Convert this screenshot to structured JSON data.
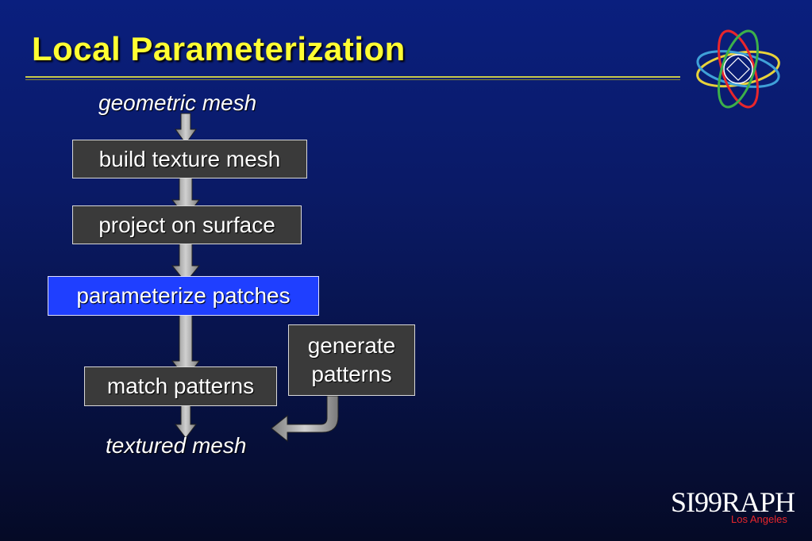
{
  "slide": {
    "title": "Local Parameterization"
  },
  "flow": {
    "input": "geometric mesh",
    "steps": [
      "build texture mesh",
      "project on surface",
      "parameterize patches",
      "match patterns"
    ],
    "side_step": [
      "generate",
      "patterns"
    ],
    "output": "textured mesh"
  },
  "logo": {
    "brand": "SI99RAPH",
    "location": "Los Angeles"
  },
  "colors": {
    "title": "#ffff33",
    "active_box": "#1f3fff",
    "box": "#3a3a3a"
  }
}
